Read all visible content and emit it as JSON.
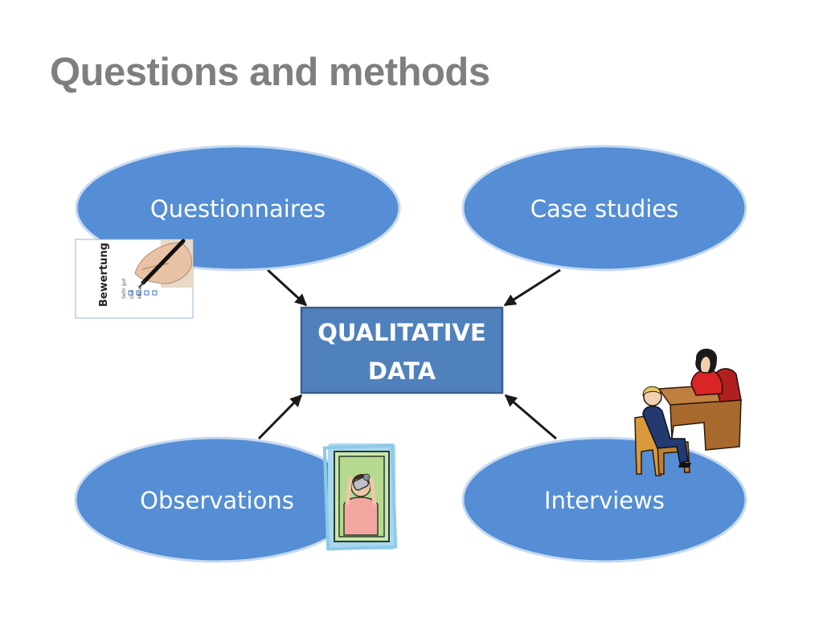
{
  "slide": {
    "title": "Questions and methods",
    "center_node": {
      "line1": "QUALITATIVE",
      "line2": "DATA"
    },
    "nodes": {
      "questionnaires": "Questionnaires",
      "case_studies": "Case studies",
      "observations": "Observations",
      "interviews": "Interviews"
    },
    "questionnaire_image": {
      "form_title": "Bewertung",
      "options": [
        "Sehr gut",
        "Gut",
        "Mittel"
      ]
    }
  },
  "colors": {
    "title": "#7f7f7f",
    "node_fill": "#558ed5",
    "node_stroke": "#c6d9f1",
    "center_fill": "#4f81bd",
    "center_stroke": "#385d8a",
    "arrow": "#1a1a1a"
  }
}
